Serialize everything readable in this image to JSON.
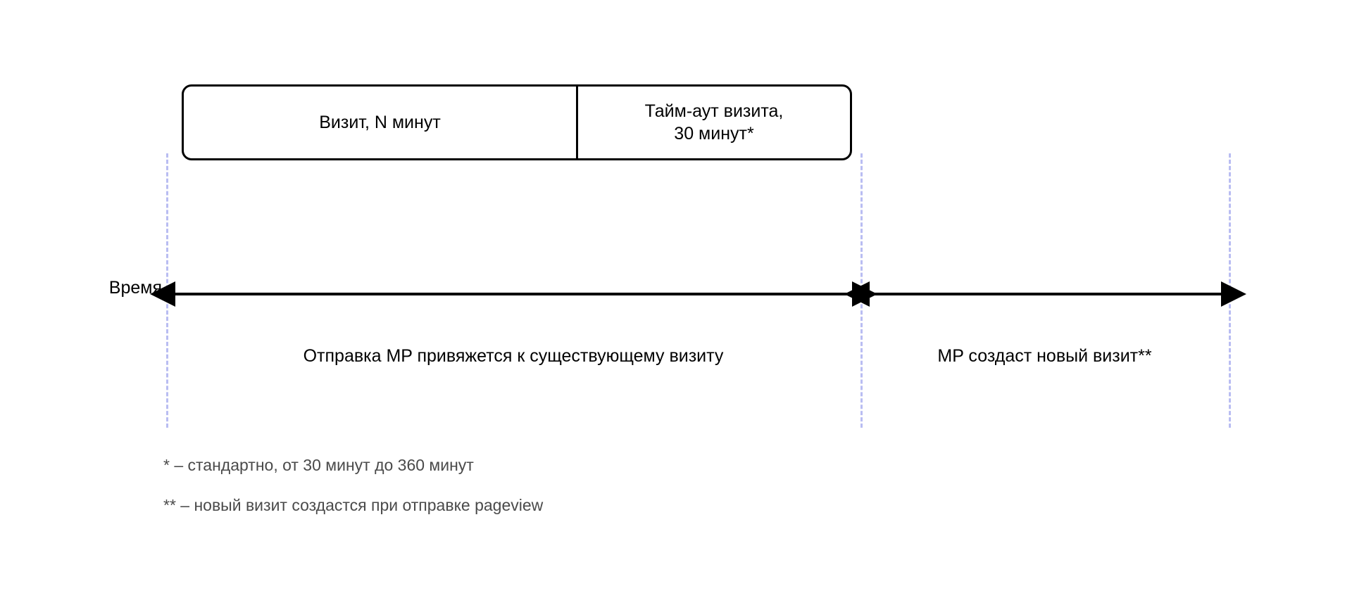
{
  "diagram": {
    "title_text": "Время",
    "session_box": {
      "visit_label": "Визит, N минут",
      "timeout_label": "Тайм-аут визита,\n30 минут*"
    },
    "axis": {
      "label": "Время",
      "left_arrow_name": "time-axis-arrow-left",
      "right_arrow_name": "time-axis-arrow-right"
    },
    "captions": {
      "existing_visit": "Отправка MP привяжется к существующему визиту",
      "new_visit": "MP создаст новый визит**"
    },
    "footnotes": [
      "* – стандартно, от 30 минут до 360 минут",
      "** – новый визит создастся при отправке pageview"
    ],
    "colors": {
      "guide_line": "#b9bdf2",
      "stroke": "#000000",
      "footnote_text": "#4a4a4a",
      "background": "#ffffff"
    }
  }
}
